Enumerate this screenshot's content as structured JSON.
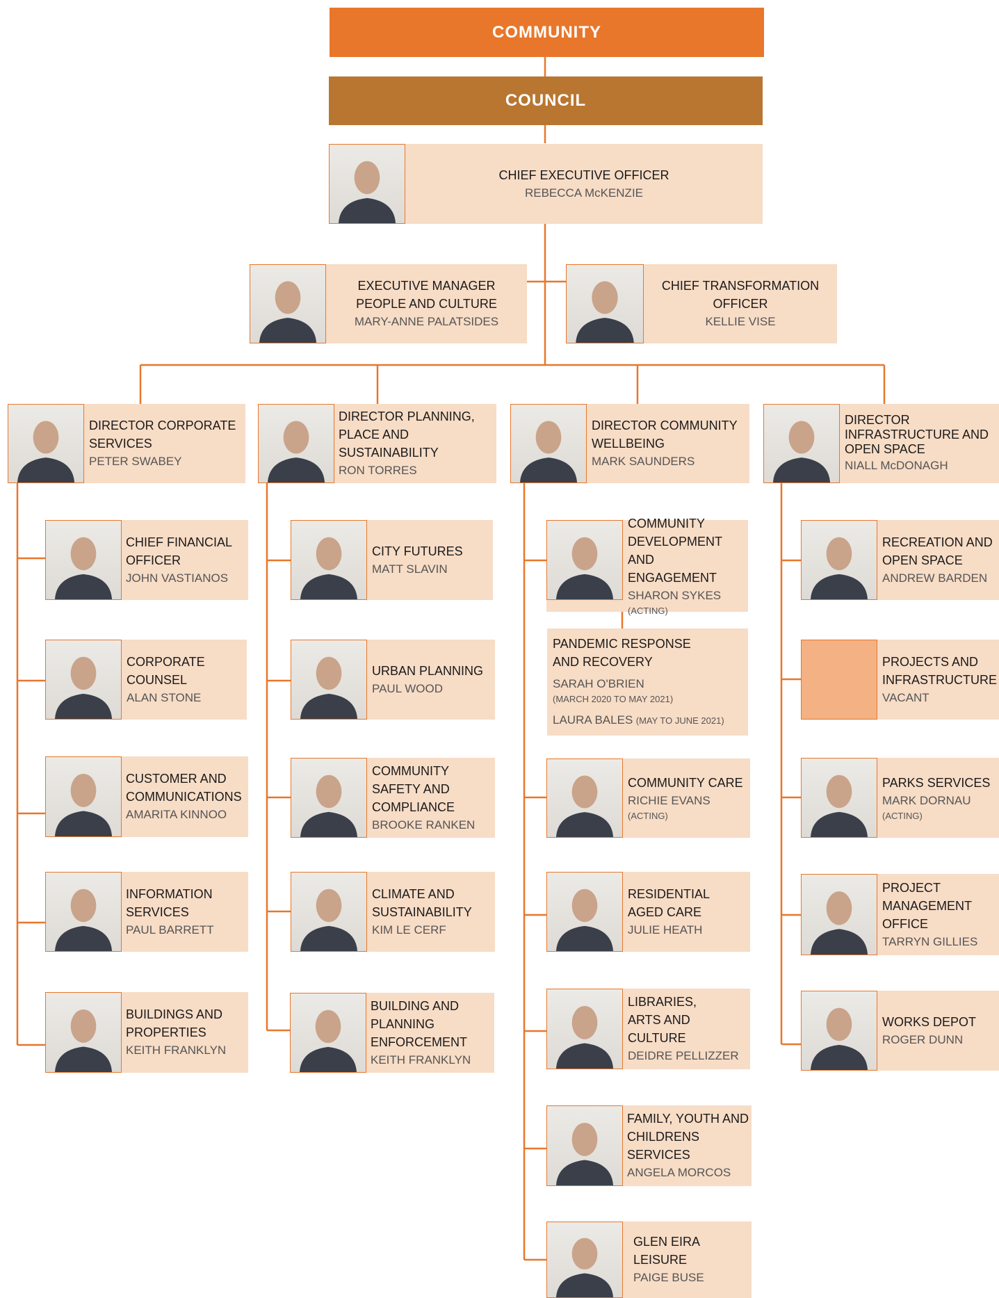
{
  "top": {
    "community": "COMMUNITY",
    "council": "COUNCIL"
  },
  "colors": {
    "accent": "#e8772b",
    "council": "#b97631",
    "card": "#f7dcc6",
    "vacant": "#f4b183"
  },
  "ceo": {
    "title": "CHIEF EXECUTIVE OFFICER",
    "name": "REBECCA McKENZIE"
  },
  "exec": [
    {
      "title": "EXECUTIVE MANAGER PEOPLE AND CULTURE",
      "name": "MARY-ANNE PALATSIDES"
    },
    {
      "title": "CHIEF TRANSFORMATION OFFICER",
      "name": "KELLIE VISE"
    }
  ],
  "directors": [
    {
      "title": "DIRECTOR CORPORATE SERVICES",
      "name": "PETER SWABEY"
    },
    {
      "title": "DIRECTOR PLANNING, PLACE AND SUSTAINABILITY",
      "name": "RON TORRES"
    },
    {
      "title": "DIRECTOR COMMUNITY WELLBEING",
      "name": "MARK SAUNDERS"
    },
    {
      "title": "DIRECTOR INFRASTRUCTURE AND OPEN SPACE",
      "name": "NIALL McDONAGH"
    }
  ],
  "corporate": [
    {
      "title": "CHIEF FINANCIAL OFFICER",
      "name": "JOHN VASTIANOS"
    },
    {
      "title": "CORPORATE COUNSEL",
      "name": "ALAN STONE"
    },
    {
      "title": "CUSTOMER AND COMMUNICATIONS",
      "name": "AMARITA KINNOO"
    },
    {
      "title": "INFORMATION SERVICES",
      "name": "PAUL BARRETT"
    },
    {
      "title": "BUILDINGS AND PROPERTIES",
      "name": "KEITH FRANKLYN"
    }
  ],
  "planning": [
    {
      "title": "CITY FUTURES",
      "name": "MATT SLAVIN"
    },
    {
      "title": "URBAN PLANNING",
      "name": "PAUL WOOD"
    },
    {
      "title": "COMMUNITY SAFETY AND COMPLIANCE",
      "name": "BROOKE RANKEN"
    },
    {
      "title": "CLIMATE AND SUSTAINABILITY",
      "name": "KIM LE CERF"
    },
    {
      "title": "BUILDING AND PLANNING ENFORCEMENT",
      "name": "KEITH FRANKLYN"
    }
  ],
  "wellbeing": [
    {
      "title": "COMMUNITY DEVELOPMENT AND ENGAGEMENT",
      "name": "SHARON SYKES",
      "note": "(ACTING)"
    },
    {
      "title": "COMMUNITY CARE",
      "name": "RICHIE EVANS",
      "note": "(ACTING)"
    },
    {
      "title": "RESIDENTIAL AGED CARE",
      "name": "JULIE HEATH"
    },
    {
      "title": "LIBRARIES, ARTS AND CULTURE",
      "name": "DEIDRE PELLIZZER"
    },
    {
      "title": "FAMILY, YOUTH AND CHILDRENS SERVICES",
      "name": "ANGELA MORCOS"
    },
    {
      "title": "GLEN EIRA LEISURE",
      "name": "PAIGE BUSE"
    }
  ],
  "pandemic": {
    "title": "PANDEMIC RESPONSE AND RECOVERY",
    "name1": "SARAH O'BRIEN",
    "dates1": "(MARCH 2020 TO MAY 2021)",
    "name2": "LAURA BALES",
    "dates2": "(MAY TO JUNE 2021)"
  },
  "infrastructure": [
    {
      "title": "RECREATION AND OPEN SPACE",
      "name": "ANDREW BARDEN"
    },
    {
      "title": "PROJECTS AND INFRASTRUCTURE",
      "name": "VACANT"
    },
    {
      "title": "PARKS SERVICES",
      "name": "MARK DORNAU",
      "note": "(ACTING)"
    },
    {
      "title": "PROJECT MANAGEMENT OFFICE",
      "name": "TARRYN GILLIES"
    },
    {
      "title": "WORKS DEPOT",
      "name": "ROGER DUNN"
    }
  ]
}
